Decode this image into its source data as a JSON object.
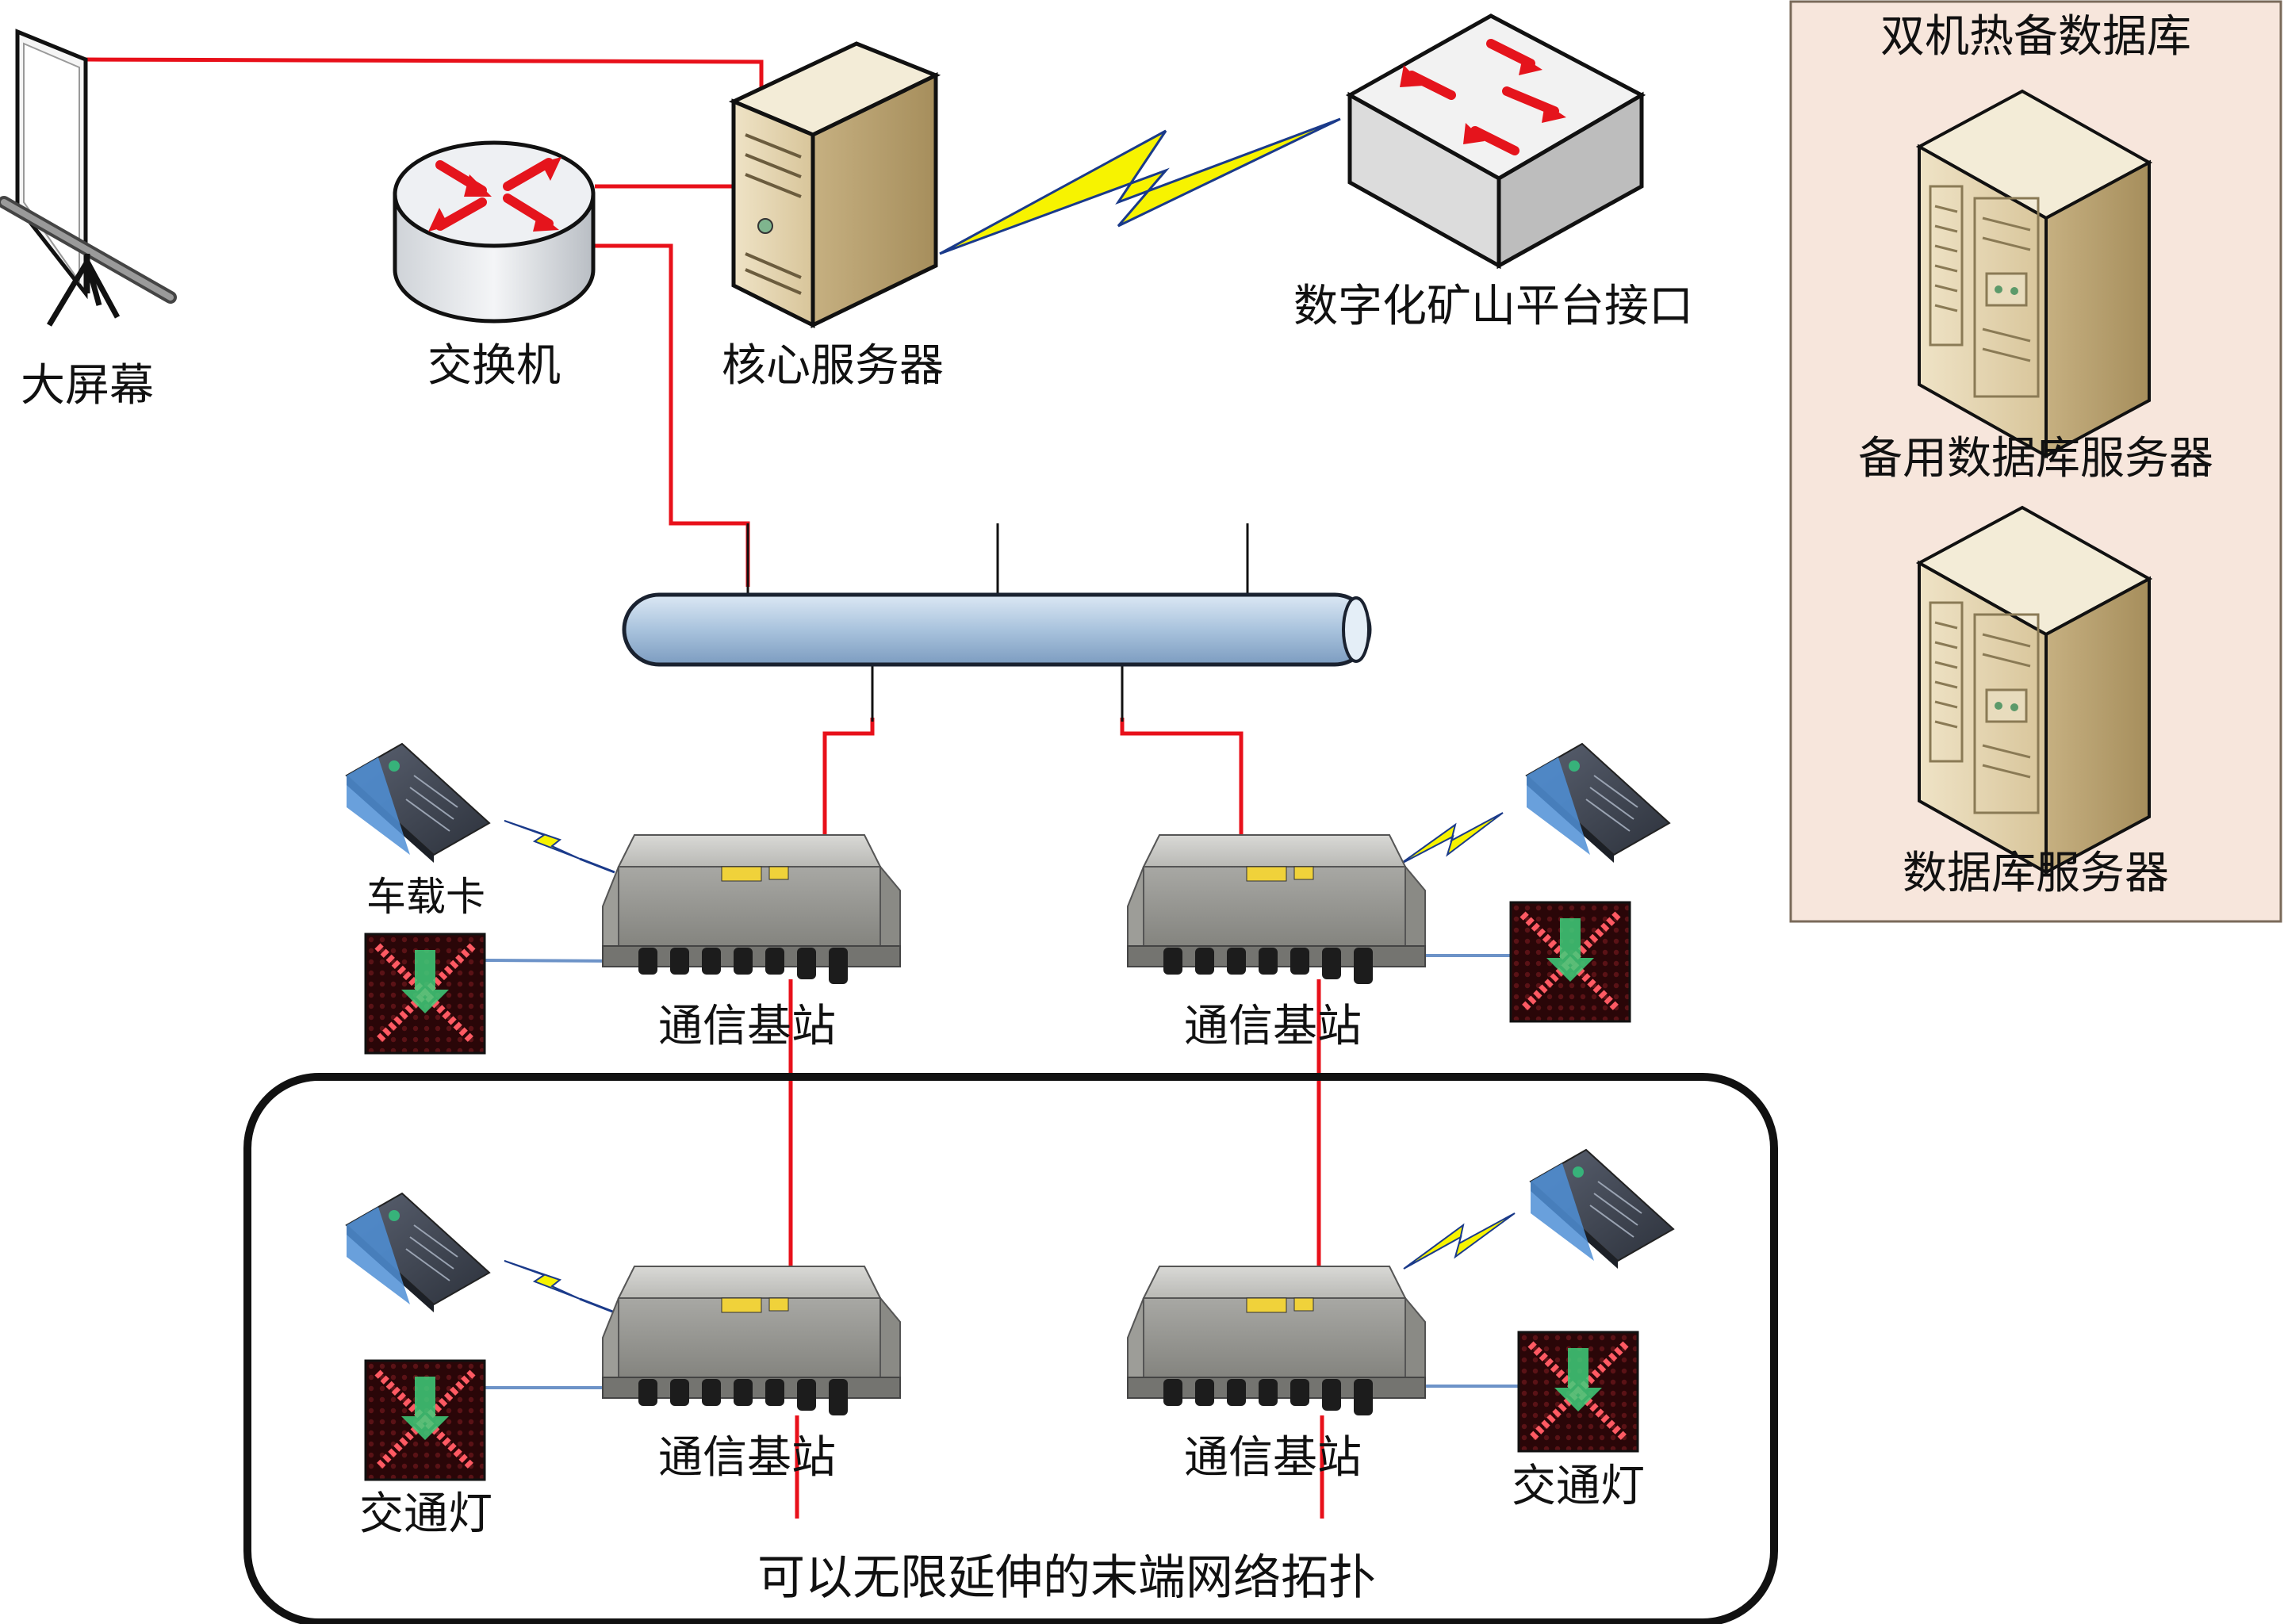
{
  "labels": {
    "big_screen": "大屏幕",
    "switch": "交换机",
    "core_server": "核心服务器",
    "mine_platform": "数字化矿山平台接口",
    "db_panel_title": "双机热备数据库",
    "backup_db_server": "备用数据库服务器",
    "db_server": "数据库服务器",
    "vehicle_card": "车载卡",
    "base_station": "通信基站",
    "traffic_light": "交通灯",
    "extensible_network": "可以无限延伸的末端网络拓扑"
  },
  "colors": {
    "red_link": "#e8101a",
    "blue_link": "#6d93c8",
    "wireless_bolt": "#f7f300",
    "db_panel_bg": "#f7e6dc",
    "bus_fill": "#a9c3dd",
    "bus_stroke": "#1a2230"
  },
  "icons": {
    "big_screen": "projection-screen-icon",
    "switch": "router-icon",
    "core_server": "tower-server-icon",
    "mine_platform": "network-switch-icon",
    "db_server": "database-server-icon",
    "vehicle_card": "vehicle-card-icon",
    "base_station": "base-station-box-icon",
    "traffic_light": "traffic-light-icon",
    "bus": "network-bus-icon"
  }
}
